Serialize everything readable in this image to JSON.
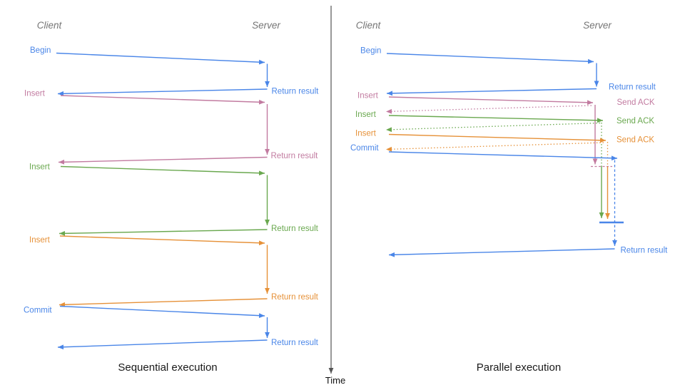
{
  "colors": {
    "blue": "#4a86e8",
    "pink": "#c27ba0",
    "green": "#6aa84f",
    "orange": "#e69138",
    "axis": "#555555",
    "header_gray": "#757575",
    "caption_dark": "#1a1a1a"
  },
  "time_axis": {
    "label": "Time"
  },
  "sequential": {
    "caption": "Sequential execution",
    "headers": {
      "client": "Client",
      "server": "Server"
    },
    "ops": [
      {
        "label": "Begin",
        "return_label": "Return result"
      },
      {
        "label": "Insert",
        "return_label": "Return result"
      },
      {
        "label": "Insert",
        "return_label": "Return result"
      },
      {
        "label": "Insert",
        "return_label": "Return result"
      },
      {
        "label": "Commit",
        "return_label": "Return result"
      }
    ]
  },
  "parallel": {
    "caption": "Parallel execution",
    "headers": {
      "client": "Client",
      "server": "Server"
    },
    "ops": [
      {
        "label": "Begin",
        "return_label": "Return result"
      },
      {
        "label": "Insert",
        "ack_label": "Send ACK"
      },
      {
        "label": "Insert",
        "ack_label": "Send ACK"
      },
      {
        "label": "Insert",
        "ack_label": "Send ACK"
      },
      {
        "label": "Commit",
        "return_label": "Return result"
      }
    ]
  }
}
